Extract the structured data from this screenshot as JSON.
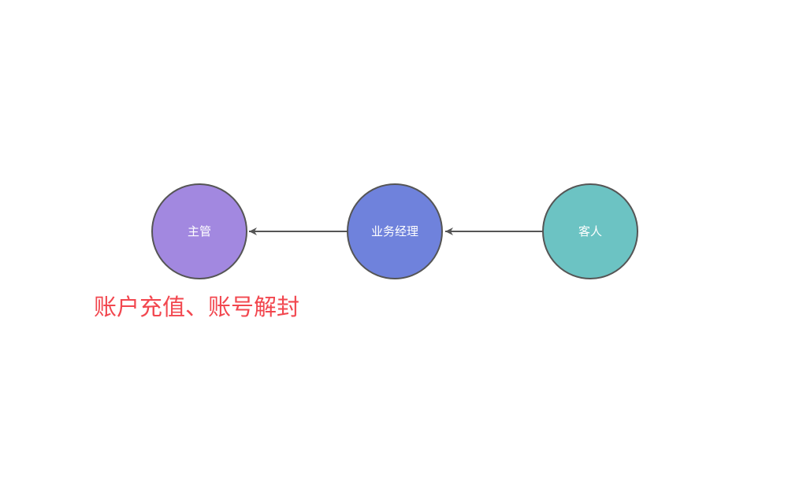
{
  "diagram": {
    "nodes": [
      {
        "id": "supervisor",
        "label": "主管",
        "color": "#a288e0"
      },
      {
        "id": "business-manager",
        "label": "业务经理",
        "color": "#6f82dc"
      },
      {
        "id": "customer",
        "label": "客人",
        "color": "#6cc3c3"
      }
    ],
    "edges": [
      {
        "from": "business-manager",
        "to": "supervisor"
      },
      {
        "from": "customer",
        "to": "business-manager"
      }
    ],
    "stroke_color": "#555555",
    "annotation": {
      "text": "账户充值、账号解封",
      "color": "#f2474f"
    }
  }
}
